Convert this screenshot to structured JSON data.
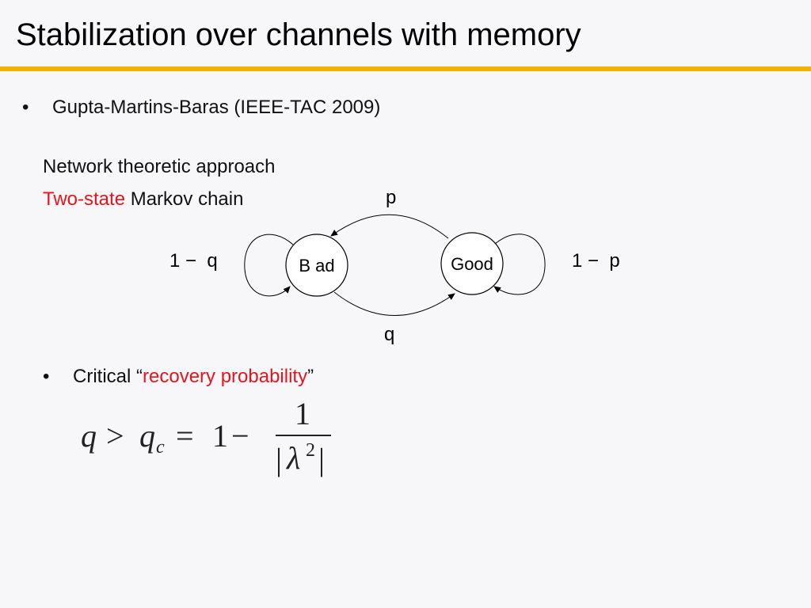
{
  "slide": {
    "title": "Stabilization over channels with memory",
    "accent_color": "#f0b400",
    "bullet_glyph": "•",
    "bullet1": "Gupta-Martins-Baras (IEEE-TAC 2009)",
    "line1": "Network theoretic approach",
    "line2_red": "Two-state",
    "line2_rest": " Markov chain",
    "bullet2_prefix": "Critical “",
    "bullet2_red": "recovery probability",
    "bullet2_suffix": "”",
    "highlight_color": "#e8141b"
  },
  "diagram": {
    "states": [
      {
        "id": "bad",
        "label": "B ad"
      },
      {
        "id": "good",
        "label": "Good"
      }
    ],
    "edges": {
      "good_to_bad": "p",
      "bad_to_good": "q",
      "bad_self": "1 −  q",
      "good_self": "1 −  p"
    }
  },
  "formula": {
    "lhs": "q",
    "relation": ">",
    "qc": "q",
    "qc_sub": "c",
    "equals": "=",
    "one": "1",
    "minus": "−",
    "numerator": "1",
    "denominator_open": "|",
    "lambda": "λ",
    "power": "2",
    "denominator_close": "|"
  }
}
